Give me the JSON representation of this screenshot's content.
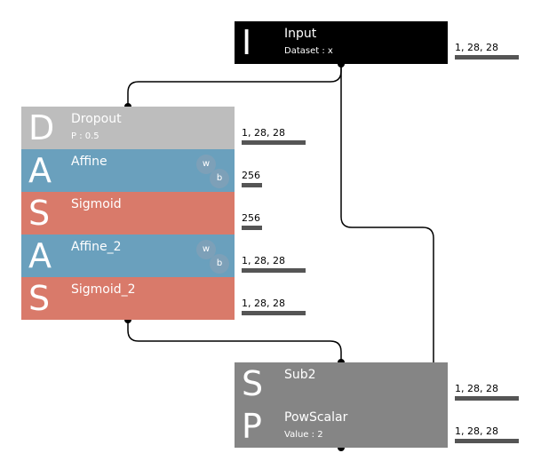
{
  "colors": {
    "input": "#000000",
    "dropout": "#bdbdbd",
    "affine": "#6aa0bd",
    "sigmoid": "#d97a6a",
    "arith": "#858585",
    "wire": "#000000",
    "shape_bar": "#555555"
  },
  "nodes": [
    {
      "id": "input",
      "letter": "I",
      "title": "Input",
      "param": "Dataset : x",
      "kind": "input",
      "badges": [],
      "shape": "1, 28, 28",
      "bar": 1.0
    },
    {
      "id": "dropout",
      "letter": "D",
      "title": "Dropout",
      "param": "P : 0.5",
      "kind": "dropout",
      "badges": [],
      "shape": "1, 28, 28",
      "bar": 1.0
    },
    {
      "id": "affine",
      "letter": "A",
      "title": "Affine",
      "param": "",
      "kind": "affine",
      "badges": [
        "w",
        "b"
      ],
      "shape": "256",
      "bar": 0.32
    },
    {
      "id": "sigmoid",
      "letter": "S",
      "title": "Sigmoid",
      "param": "",
      "kind": "sigmoid",
      "badges": [],
      "shape": "256",
      "bar": 0.32
    },
    {
      "id": "affine_2",
      "letter": "A",
      "title": "Affine_2",
      "param": "",
      "kind": "affine",
      "badges": [
        "w",
        "b"
      ],
      "shape": "1, 28, 28",
      "bar": 1.0
    },
    {
      "id": "sigmoid_2",
      "letter": "S",
      "title": "Sigmoid_2",
      "param": "",
      "kind": "sigmoid",
      "badges": [],
      "shape": "1, 28, 28",
      "bar": 1.0
    },
    {
      "id": "sub2",
      "letter": "S",
      "title": "Sub2",
      "param": "",
      "kind": "arith",
      "badges": [],
      "shape": "1, 28, 28",
      "bar": 1.0
    },
    {
      "id": "powscalar",
      "letter": "P",
      "title": "PowScalar",
      "param": "Value : 2",
      "kind": "arith",
      "badges": [],
      "shape": "1, 28, 28",
      "bar": 1.0
    }
  ],
  "connections": [
    {
      "from": "input",
      "to": "dropout"
    },
    {
      "from": "dropout",
      "to": "affine"
    },
    {
      "from": "affine",
      "to": "sigmoid"
    },
    {
      "from": "sigmoid",
      "to": "affine_2"
    },
    {
      "from": "affine_2",
      "to": "sigmoid_2"
    },
    {
      "from": "sigmoid_2",
      "to": "sub2"
    },
    {
      "from": "input",
      "to": "sub2",
      "port": "second"
    },
    {
      "from": "sub2",
      "to": "powscalar"
    }
  ]
}
